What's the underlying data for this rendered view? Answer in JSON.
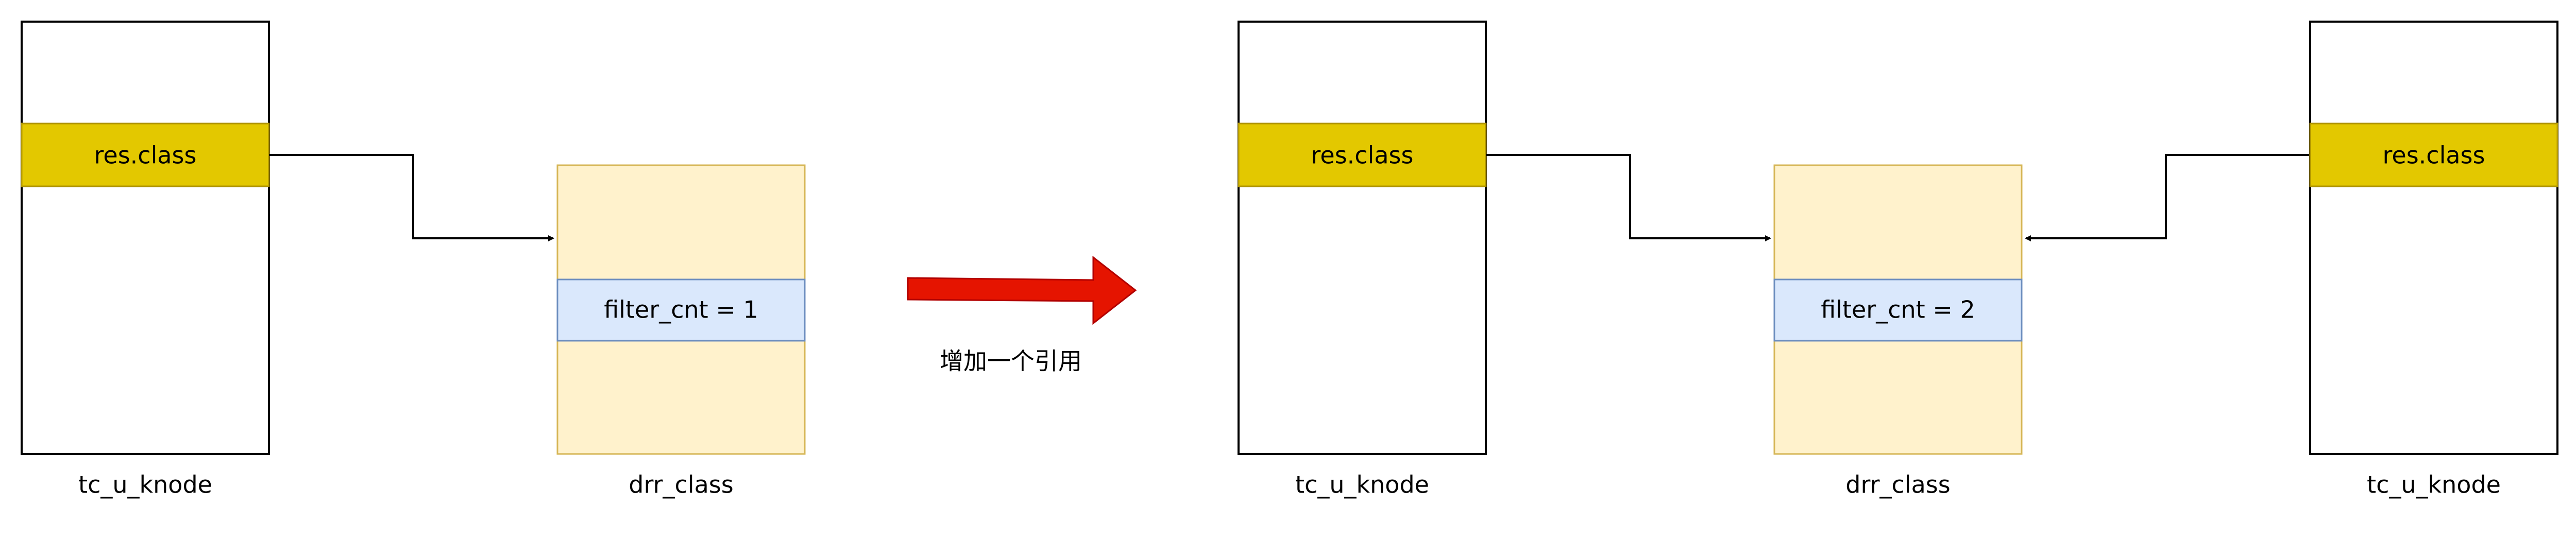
{
  "left_panel": {
    "knode": {
      "band_label": "res.class",
      "caption": "tc_u_knode"
    },
    "drr": {
      "counter_label": "filter_cnt = 1",
      "caption": "drr_class"
    }
  },
  "transition": {
    "label": "增加一个引用"
  },
  "right_panel": {
    "knode_left": {
      "band_label": "res.class",
      "caption": "tc_u_knode"
    },
    "drr": {
      "counter_label": "filter_cnt = 2",
      "caption": "drr_class"
    },
    "knode_right": {
      "band_label": "res.class",
      "caption": "tc_u_knode"
    }
  },
  "colors": {
    "band_fill": "#e3c800",
    "band_stroke": "#b09500",
    "drr_fill": "#fff2cc",
    "drr_stroke": "#d6b656",
    "counter_fill": "#dae8fc",
    "counter_stroke": "#6c8ebf",
    "arrow_fill": "#e51400",
    "arrow_stroke": "#b20000",
    "line": "#000000"
  }
}
